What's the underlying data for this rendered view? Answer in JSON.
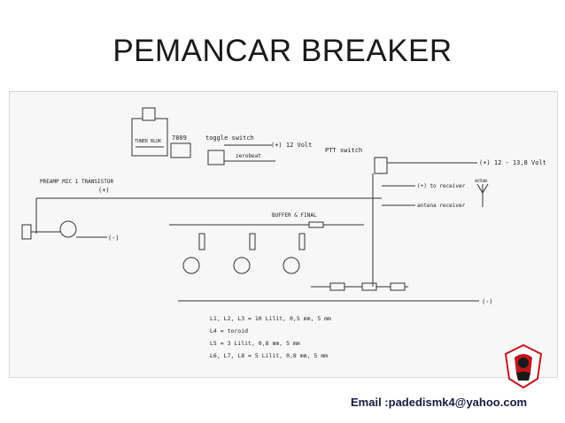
{
  "slide": {
    "title": "PEMANCAR BREAKER",
    "email": "Email :padedismk4@yahoo.com"
  },
  "schematic": {
    "labels": {
      "tuner_block": "TUNER BLOK",
      "regulator": "7809",
      "toggle_switch": "toggle switch",
      "plus_12_volt": "(+) 12  Volt",
      "zerobeat": "zerobeat",
      "ptt_switch": "PTT switch",
      "plus_12_13_volt": "(+) 12 - 13,8 Volt",
      "to_receiver": "(+) to receiver",
      "antena_receiver": "antena receiver",
      "antenna": "ANTENA",
      "preamp": "PREAMP MIC 1 TRANSISTOR",
      "plus": "(+)",
      "minus_left": "(-)",
      "buffer_final": "BUFFER & FINAL",
      "minus_right": "(-)"
    },
    "notes": [
      "L1, L2, L3 = 10 Lilit, 0,5 mm, 5 mm",
      "L4 = toroid",
      "L5 = 3 Lilit, 0,8 mm, 5 mm",
      "L6, L7, L8 = 5 Lilit, 0,8 mm, 5 mm"
    ]
  },
  "colors": {
    "title": "#1a1a1a",
    "email": "#1a1a40",
    "logo_red": "#c0161c",
    "wire": "#333333"
  }
}
